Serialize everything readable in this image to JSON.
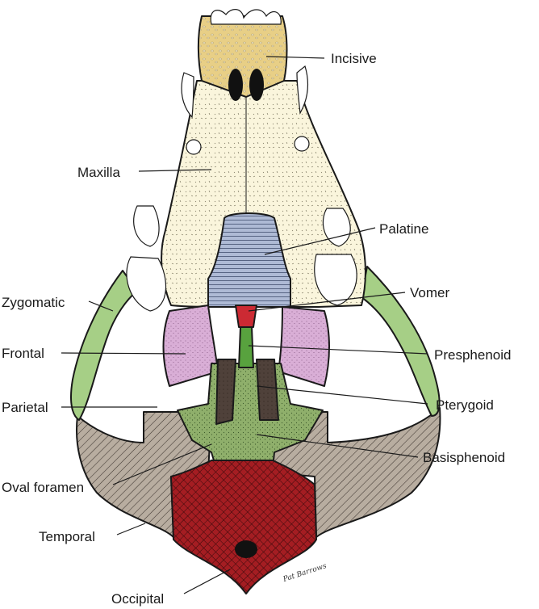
{
  "labels": {
    "incisive": "Incisive",
    "maxilla": "Maxilla",
    "palatine": "Palatine",
    "zygomatic": "Zygomatic",
    "vomer": "Vomer",
    "frontal": "Frontal",
    "presphenoid": "Presphenoid",
    "parietal": "Parietal",
    "pterygoid": "Pterygoid",
    "basisphenoid": "Basisphenoid",
    "oval_foramen": "Oval foramen",
    "temporal": "Temporal",
    "occipital": "Occipital"
  },
  "colors": {
    "incisive": "#e8cf86",
    "maxilla": "#faf5dc",
    "palatine": "#aebad5",
    "zygomatic": "#a6cf86",
    "vomer": "#cc2a33",
    "frontal": "#d9aed6",
    "presphenoid": "#58a23e",
    "pterygoid": "#4f413a",
    "basisphenoid": "#8faf6b",
    "temporal": "#b8ada0",
    "occipital": "#a41d22",
    "teeth": "#ffffff"
  },
  "signature": "Pat Barrows"
}
